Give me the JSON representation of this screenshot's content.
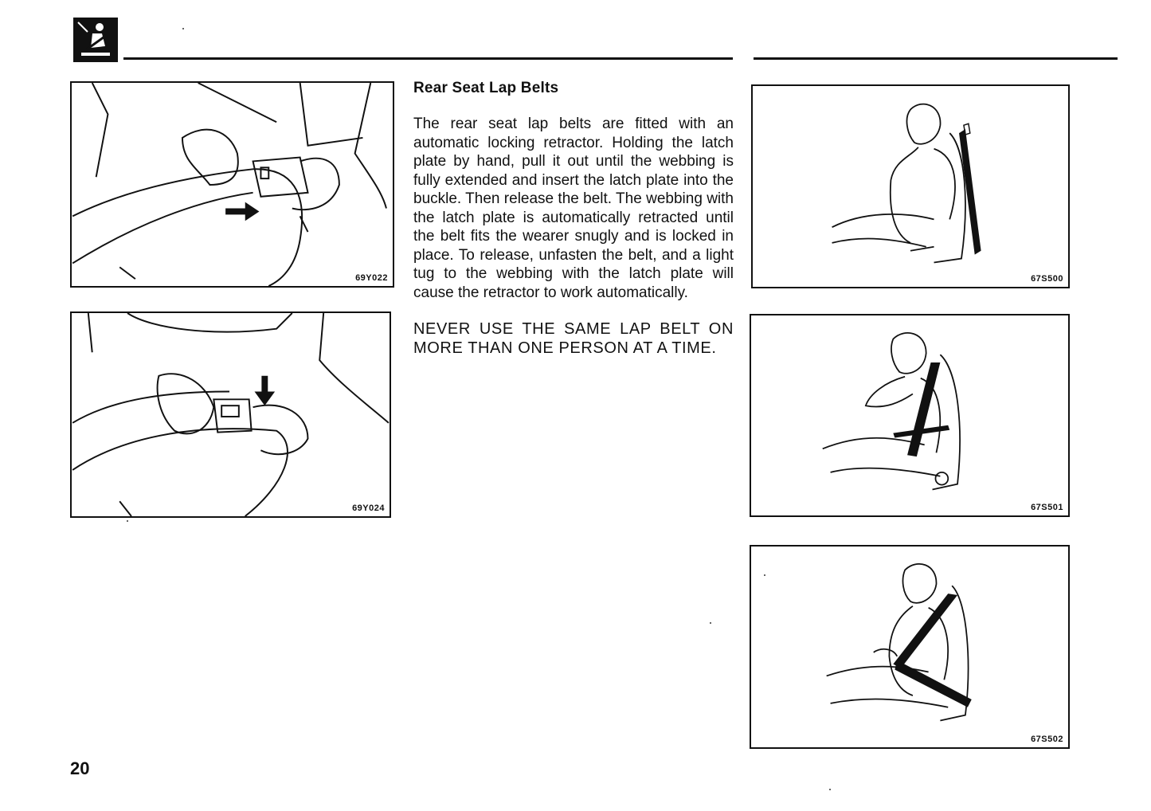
{
  "section": {
    "icon": "seatbelt-person-icon"
  },
  "figures": {
    "fig1": {
      "code": "69Y022"
    },
    "fig2": {
      "code": "69Y024"
    },
    "fig3": {
      "code": "67S500"
    },
    "fig4": {
      "code": "67S501"
    },
    "fig5": {
      "code": "67S502"
    }
  },
  "content": {
    "heading": "Rear Seat Lap Belts",
    "paragraph": "The rear seat lap belts are fitted with an automatic locking retractor. Holding the latch plate by hand, pull it out until the webbing is fully extended and insert the latch plate into the buckle. Then release the belt. The webbing with the latch plate is automatically retracted until the belt fits the wearer snugly and is locked in place. To release, unfasten the belt, and a light tug to the webbing with the latch plate will cause the retractor to work automatically.",
    "warning": "NEVER USE THE SAME LAP BELT ON MORE THAN ONE PERSON AT A TIME."
  },
  "page": {
    "number": "20"
  }
}
